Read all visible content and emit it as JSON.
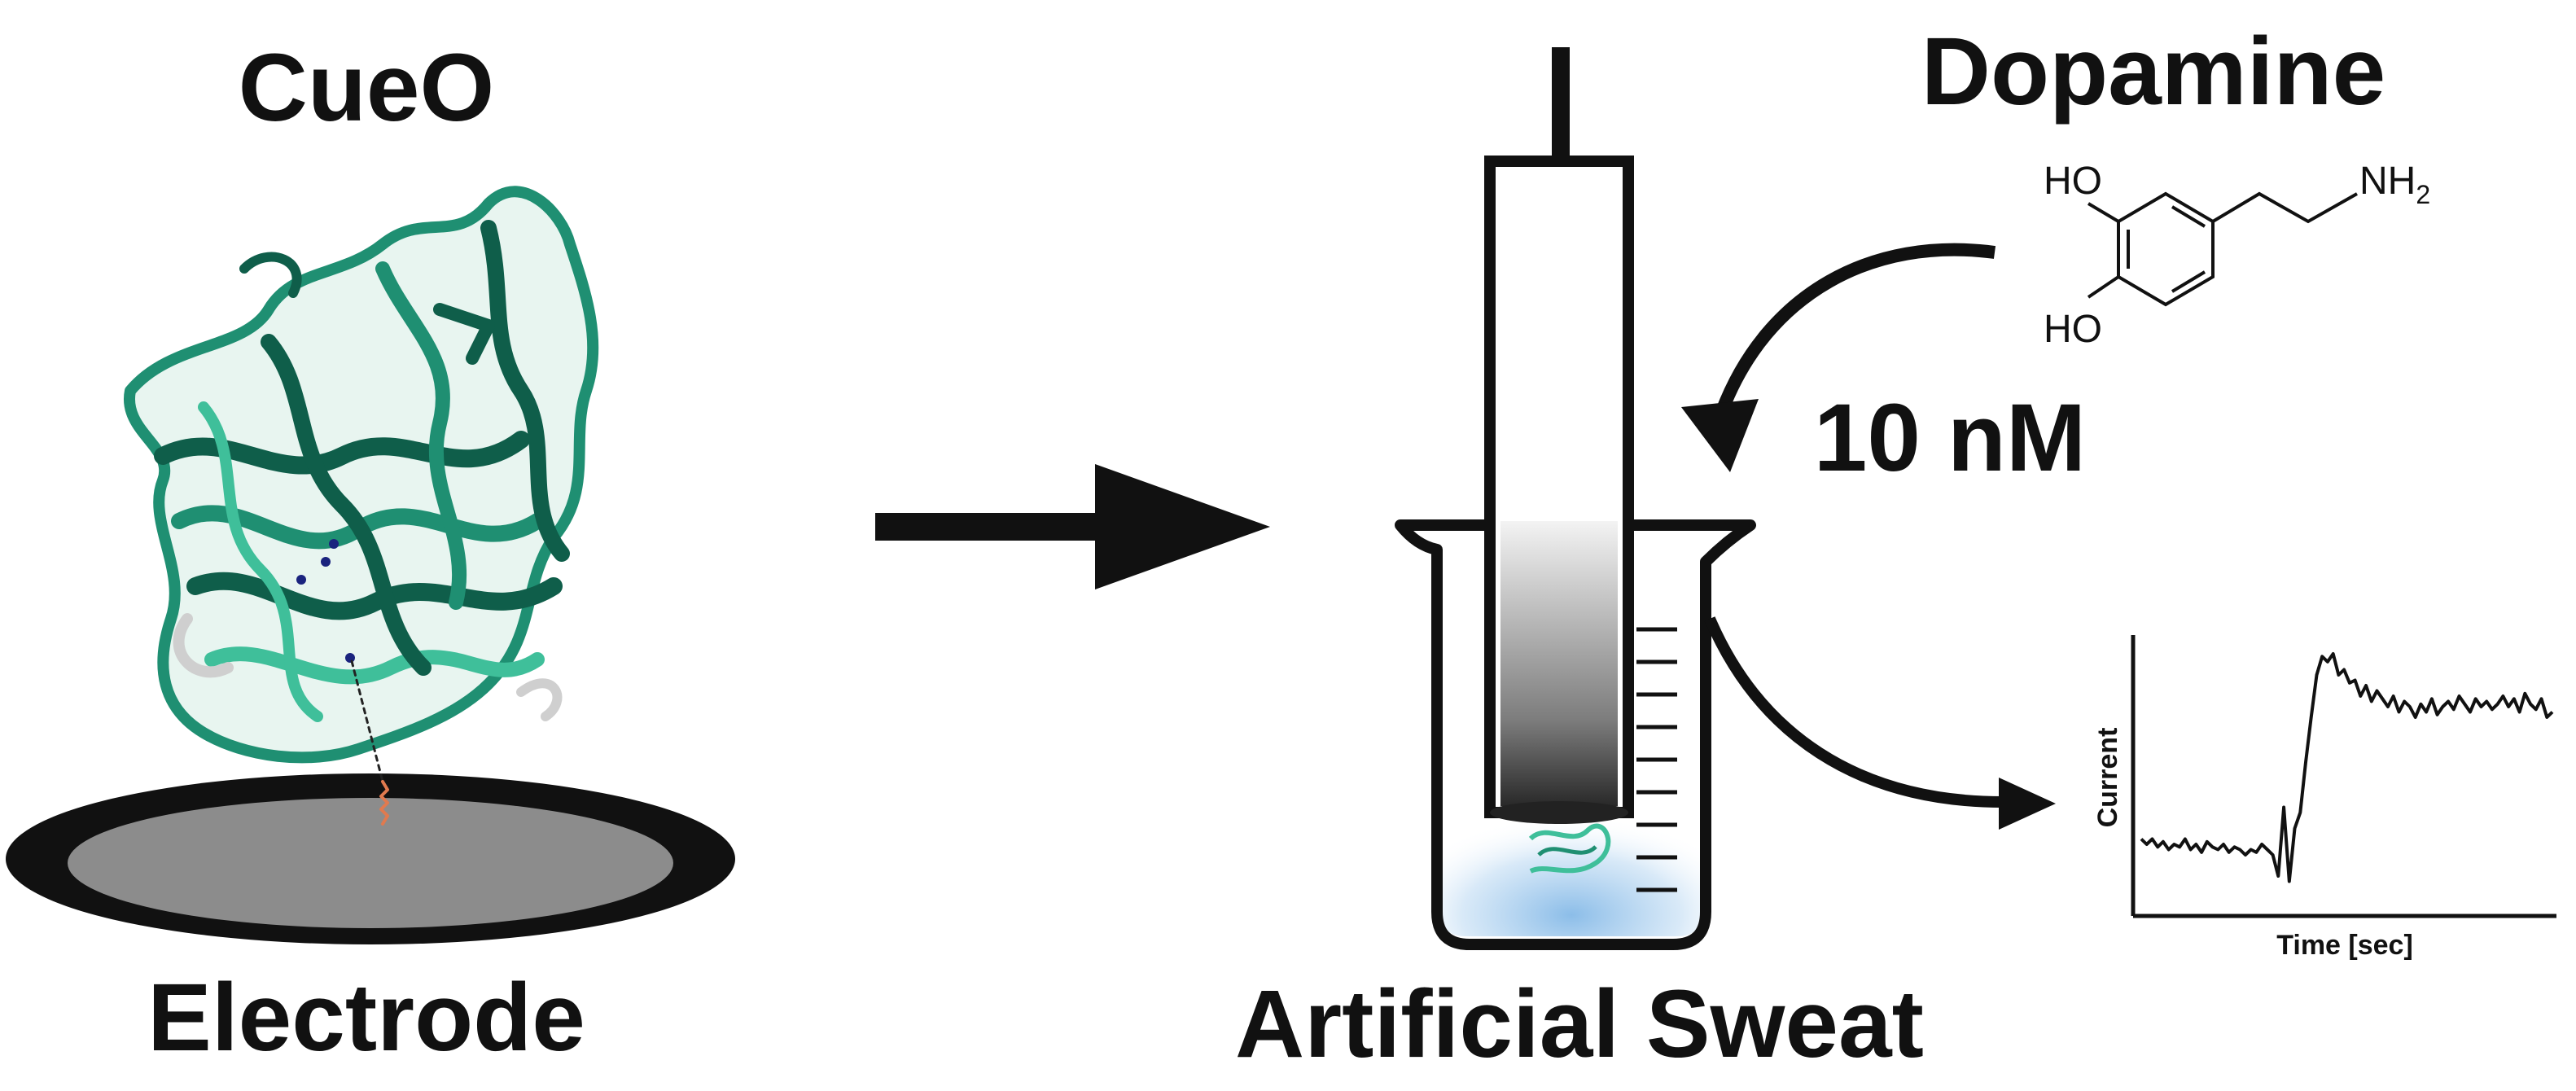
{
  "labels": {
    "protein": "CueO",
    "electrode": "Electrode",
    "analyte": "Dopamine",
    "concentration": "10 nM",
    "solution": "Artificial Sweat"
  },
  "molecule": {
    "ho_top": "HO",
    "ho_bottom": "HO",
    "amine": "NH",
    "amine_subscript": "2"
  },
  "colors": {
    "protein_dark": "#0f5e4a",
    "protein_mid": "#1f8f72",
    "protein_light": "#3fbf9a",
    "electrode_gray": "#8c8c8c",
    "solution_blue": "#a9cfee",
    "outline": "#111111"
  },
  "icons": [
    "beaker-icon",
    "electrode-icon",
    "protein-icon",
    "arrow-right-icon"
  ],
  "chart_data": {
    "type": "line",
    "title": "",
    "xlabel": "Time [sec]",
    "ylabel": "Current",
    "series": [
      {
        "values_x": [
          0,
          2,
          4,
          6,
          8,
          10,
          12,
          14,
          16,
          18,
          20,
          22,
          24,
          26,
          28,
          30,
          32,
          34,
          36,
          38,
          40,
          42,
          44,
          46,
          48,
          50,
          52,
          54,
          56,
          58,
          60,
          62,
          64,
          66,
          68,
          70,
          72,
          74,
          76,
          78,
          80,
          82,
          84,
          86,
          88,
          90,
          92,
          94,
          96,
          98,
          100,
          102,
          104,
          106,
          108,
          110,
          112,
          114,
          116,
          118,
          120,
          122,
          124,
          126,
          128,
          130,
          132,
          134,
          136,
          138,
          140,
          142,
          144,
          146,
          148,
          150
        ],
        "values_y": [
          0.26,
          0.24,
          0.26,
          0.23,
          0.25,
          0.22,
          0.24,
          0.23,
          0.26,
          0.22,
          0.24,
          0.21,
          0.25,
          0.23,
          0.22,
          0.24,
          0.21,
          0.23,
          0.22,
          0.2,
          0.22,
          0.21,
          0.24,
          0.22,
          0.2,
          0.12,
          0.38,
          0.1,
          0.3,
          0.36,
          0.55,
          0.72,
          0.88,
          0.95,
          0.93,
          0.96,
          0.88,
          0.9,
          0.85,
          0.86,
          0.8,
          0.84,
          0.78,
          0.82,
          0.79,
          0.76,
          0.8,
          0.74,
          0.78,
          0.76,
          0.72,
          0.77,
          0.74,
          0.79,
          0.73,
          0.76,
          0.78,
          0.75,
          0.8,
          0.77,
          0.74,
          0.79,
          0.76,
          0.78,
          0.75,
          0.77,
          0.8,
          0.76,
          0.79,
          0.74,
          0.81,
          0.77,
          0.75,
          0.79,
          0.72,
          0.74
        ]
      }
    ],
    "grid": false
  }
}
